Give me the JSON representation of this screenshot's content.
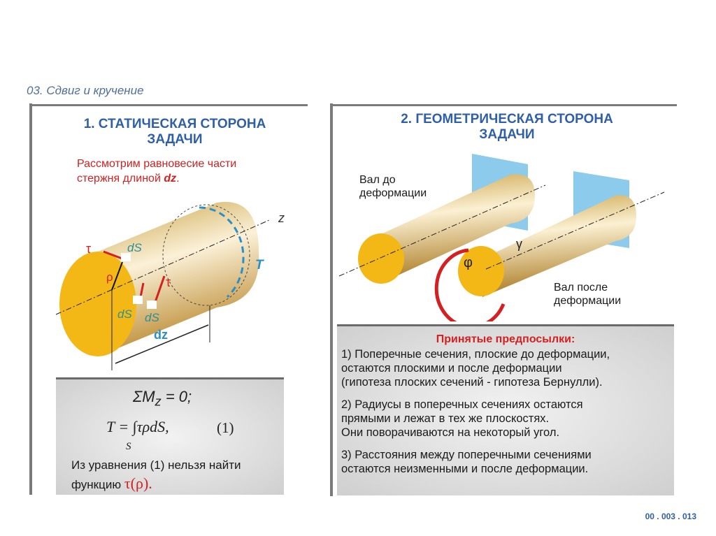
{
  "slide_title": "03. Сдвиг и кручение",
  "left": {
    "heading_line1": "1. СТАТИЧЕСКАЯ СТОРОНА",
    "heading_line2": "ЗАДАЧИ",
    "intro_line1": "Рассмотрим равновесие части",
    "intro_line2_prefix": "стержня длиной ",
    "intro_line2_var": "dz",
    "intro_line2_suffix": ".",
    "diagram_labels": {
      "z": "z",
      "T": "T",
      "tau": "τ",
      "rho": "ρ",
      "dS": "dS",
      "dz": "dz"
    },
    "formula1": "ΣM",
    "formula1_sub": "z",
    "formula1_rest": " = 0;",
    "formula2": "T = ∫τρdS,",
    "formula2_sub": "S",
    "formula2_num": "(1)",
    "note_line1": "Из уравнения (1) нельзя найти",
    "note_line2": "функцию ",
    "note_func": "τ(ρ)."
  },
  "right": {
    "heading_line1": "2. ГЕОМЕТРИЧЕСКАЯ СТОРОНА",
    "heading_line2": "ЗАДАЧИ",
    "before_label_line1": "Вал до",
    "before_label_line2": "деформации",
    "after_label_line1": "Вал после",
    "after_label_line2": "деформации",
    "diagram_labels": {
      "phi": "φ",
      "gamma": "γ"
    },
    "assumptions_title": "Принятые предпосылки:",
    "assumptions": [
      "1) Поперечные сечения, плоские до деформации,",
      "остаются плоскими и после деформации",
      "(гипотеза плоских сечений - гипотеза Бернулли).",
      "2) Радиусы в поперечных сечениях остаются",
      "прямыми и лежат в тех же плоскостях.",
      "Они поворачиваются на некоторый угол.",
      "3) Расстояния между поперечными сечениями",
      "остаются неизменными и после деформации."
    ]
  },
  "footer": "00 . 003 . 013"
}
